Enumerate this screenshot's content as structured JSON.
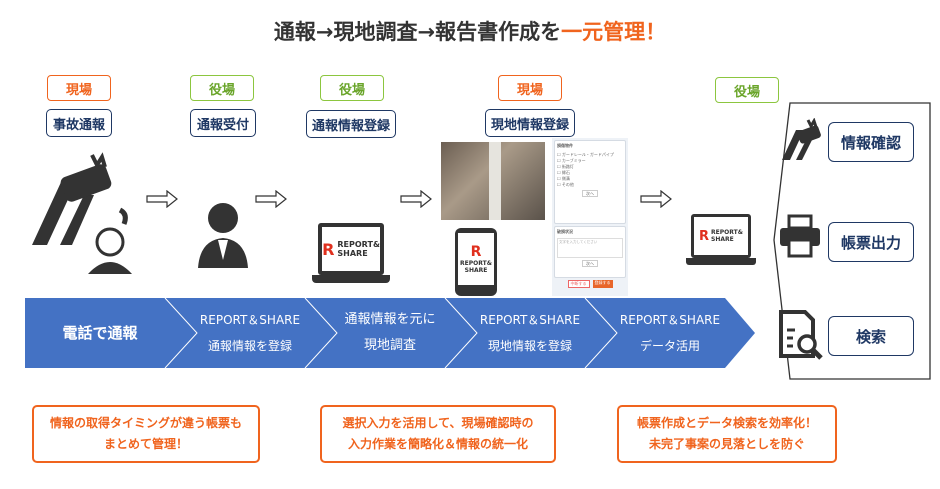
{
  "title": {
    "prefix": "通報→現地調査→報告書作成を",
    "highlight": "一元管理",
    "suffix": "！"
  },
  "colors": {
    "orange": "#f0641e",
    "green": "#8cc63f",
    "navy": "#1f3864",
    "band": "#4472c4"
  },
  "tags": [
    "現場",
    "役場",
    "役場",
    "現場",
    "役場"
  ],
  "steps": [
    "事故通報",
    "通報受付",
    "通報情報登録",
    "現地情報登録"
  ],
  "logo": {
    "line1": "REPORT&",
    "line2": "SHARE"
  },
  "form": {
    "card1_title": "損傷物件",
    "options": [
      "ガードレール・ガードパイプ",
      "カーブミラー",
      "街路灯",
      "縁石",
      "側溝",
      "その他"
    ],
    "next": "次へ",
    "card2_title": "破損状況",
    "placeholder": "文字を入力してください",
    "next2": "次へ",
    "pause": "中断する",
    "submit": "登録する"
  },
  "band": [
    {
      "l1": "電話で通報"
    },
    {
      "l1": "REPORT＆SHARE",
      "l2": "通報情報を登録"
    },
    {
      "l1": "通報情報を元に",
      "l2": "現地調査"
    },
    {
      "l1": "REPORT＆SHARE",
      "l2": "現地情報を登録"
    },
    {
      "l1": "REPORT＆SHARE",
      "l2": "データ活用"
    }
  ],
  "right": [
    "情報確認",
    "帳票出力",
    "検索"
  ],
  "notes": [
    {
      "l1": "情報の取得タイミングが違う帳票も",
      "l2": "まとめて管理！"
    },
    {
      "l1": "選択入力を活用して、現場確認時の",
      "l2": "入力作業を簡略化＆情報の統一化"
    },
    {
      "l1": "帳票作成とデータ検索を効率化！",
      "l2": "未完了事案の見落としを防ぐ"
    }
  ]
}
